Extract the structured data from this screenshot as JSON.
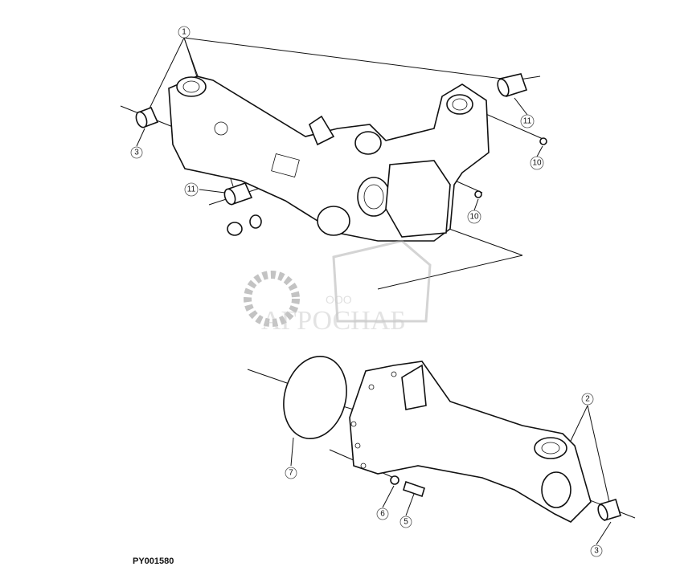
{
  "figure_id": "PY001580",
  "watermark": {
    "prefix": "ООО",
    "name": "АГРОСНАБ"
  },
  "callouts": [
    {
      "label": "1"
    },
    {
      "label": "11"
    },
    {
      "label": "10"
    },
    {
      "label": "3"
    },
    {
      "label": "11"
    },
    {
      "label": "10"
    },
    {
      "label": "2"
    },
    {
      "label": "7"
    },
    {
      "label": "6"
    },
    {
      "label": "5"
    },
    {
      "label": "3"
    }
  ]
}
